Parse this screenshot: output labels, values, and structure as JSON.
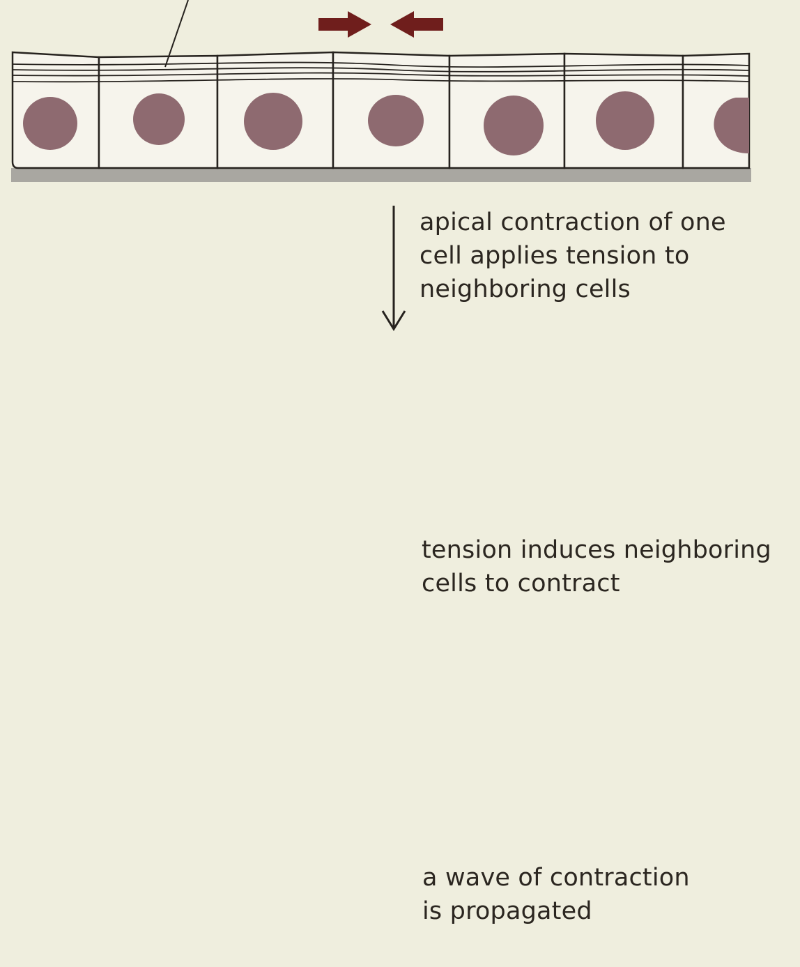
{
  "captions": {
    "step1": [
      "apical contraction of one",
      "cell applies tension to",
      "neighboring cells"
    ],
    "step2": [
      "tension induces neighboring",
      "cells to contract"
    ],
    "step3": [
      "a wave of contraction",
      "is propagated"
    ]
  },
  "colors": {
    "background": "#efeede",
    "cytoplasm": "#f6f4ec",
    "nucleus": "#8e6a70",
    "cell_outline": "#26221e",
    "contracted_filaments": "#c0584c",
    "force_arrow": "#6f1e1c",
    "basal_lamina": "#a9a7a1"
  }
}
